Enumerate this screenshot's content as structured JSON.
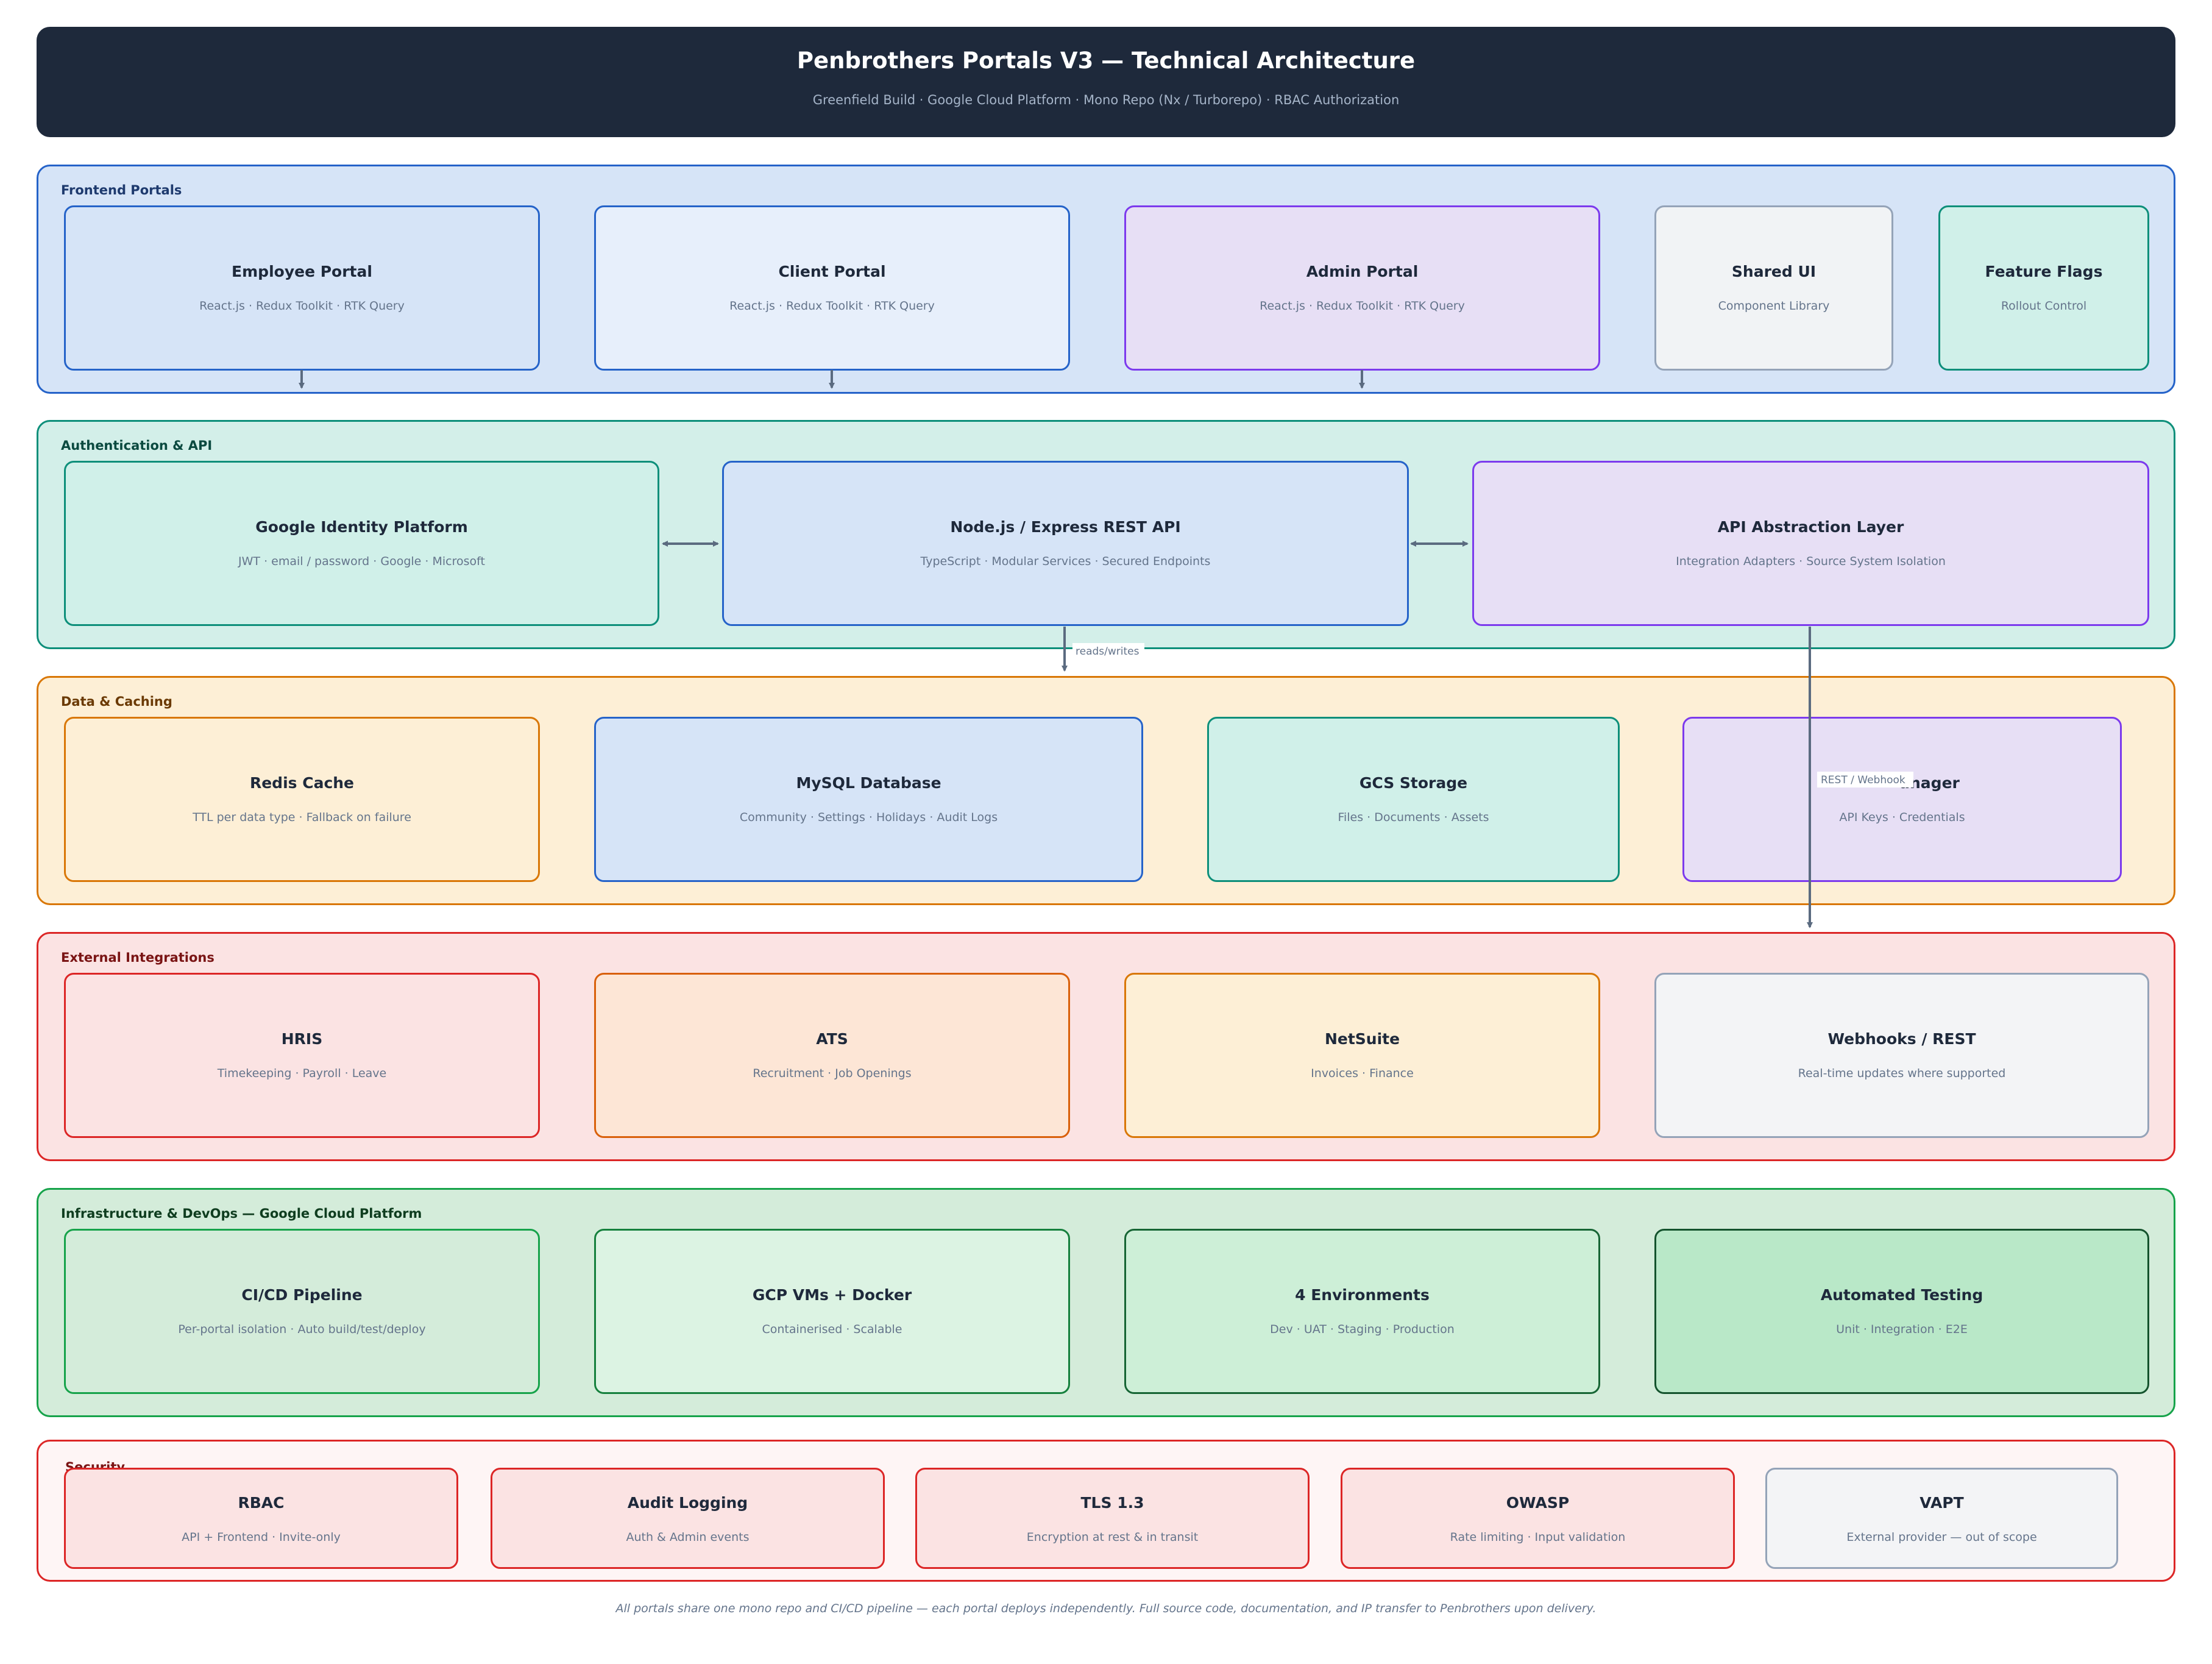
{
  "header": {
    "title": "Penbrothers Portals V3 — Technical Architecture",
    "subtitle": "Greenfield Build  ·  Google Cloud Platform  ·  Mono Repo (Nx / Turborepo)  ·  RBAC Authorization"
  },
  "sections": {
    "frontend": {
      "title": "Frontend Portals",
      "cards": [
        {
          "name": "Employee Portal",
          "sub": "React.js · Redux Toolkit · RTK Query"
        },
        {
          "name": "Client Portal",
          "sub": "React.js · Redux Toolkit · RTK Query"
        },
        {
          "name": "Admin Portal",
          "sub": "React.js · Redux Toolkit · RTK Query"
        },
        {
          "name": "Shared UI",
          "sub": "Component Library"
        },
        {
          "name": "Feature Flags",
          "sub": "Rollout Control"
        }
      ]
    },
    "auth": {
      "title": "Authentication & API",
      "cards": [
        {
          "name": "Google Identity Platform",
          "sub": "JWT · email / password · Google · Microsoft"
        },
        {
          "name": "Node.js / Express REST API",
          "sub": "TypeScript · Modular Services · Secured Endpoints"
        },
        {
          "name": "API Abstraction Layer",
          "sub": "Integration Adapters · Source System Isolation"
        }
      ]
    },
    "data": {
      "title": "Data & Caching",
      "cards": [
        {
          "name": "Redis Cache",
          "sub": "TTL per data type · Fallback on failure"
        },
        {
          "name": "MySQL Database",
          "sub": "Community · Settings · Holidays · Audit Logs"
        },
        {
          "name": "GCS Storage",
          "sub": "Files · Documents · Assets"
        },
        {
          "name": "anager",
          "sub": "API Keys · Credentials"
        }
      ]
    },
    "external": {
      "title": "External Integrations",
      "cards": [
        {
          "name": "HRIS",
          "sub": "Timekeeping · Payroll · Leave"
        },
        {
          "name": "ATS",
          "sub": "Recruitment · Job Openings"
        },
        {
          "name": "NetSuite",
          "sub": "Invoices · Finance"
        },
        {
          "name": "Webhooks / REST",
          "sub": "Real-time updates where supported"
        }
      ]
    },
    "infra": {
      "title": "Infrastructure & DevOps — Google Cloud Platform",
      "cards": [
        {
          "name": "CI/CD Pipeline",
          "sub": "Per-portal isolation · Auto build/test/deploy"
        },
        {
          "name": "GCP VMs + Docker",
          "sub": "Containerised · Scalable"
        },
        {
          "name": "4 Environments",
          "sub": "Dev · UAT · Staging · Production"
        },
        {
          "name": "Automated Testing",
          "sub": "Unit · Integration · E2E"
        }
      ]
    },
    "security": {
      "title": "Security",
      "cards": [
        {
          "name": "RBAC",
          "sub": "API + Frontend · Invite-only"
        },
        {
          "name": "Audit Logging",
          "sub": "Auth & Admin events"
        },
        {
          "name": "TLS 1.3",
          "sub": "Encryption at rest & in transit"
        },
        {
          "name": "OWASP",
          "sub": "Rate limiting · Input validation"
        },
        {
          "name": "VAPT",
          "sub": "External provider — out of scope"
        }
      ]
    }
  },
  "edges": {
    "reads_writes": "reads/writes",
    "rest_webhook": "REST / Webhook"
  },
  "footnote": "All portals share one mono repo and CI/CD pipeline — each portal deploys independently. Full source code, documentation, and IP transfer to Penbrothers upon delivery."
}
